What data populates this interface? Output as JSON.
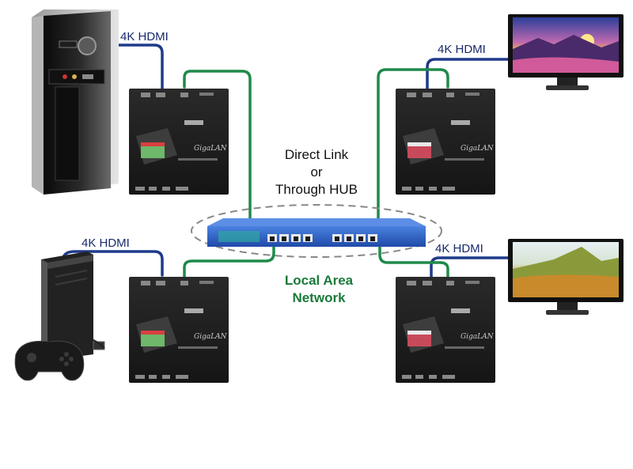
{
  "labels": {
    "hdmi_top_left": "4K HDMI",
    "hdmi_top_right": "4K HDMI",
    "hdmi_bottom_left": "4K HDMI",
    "hdmi_bottom_right": "4K HDMI",
    "direct_link": "Direct Link",
    "or": "or",
    "through_hub": "Through HUB",
    "lan_line1": "Local Area",
    "lan_line2": "Network",
    "device_brand": "GigaLAN"
  },
  "colors": {
    "hdmi_cable": "#1f3a8a",
    "lan_cable": "#1f8a4a",
    "switch_body": "#2b5fc7",
    "device_body": "#1c1c1c",
    "lan_text": "#1a7a3a"
  }
}
